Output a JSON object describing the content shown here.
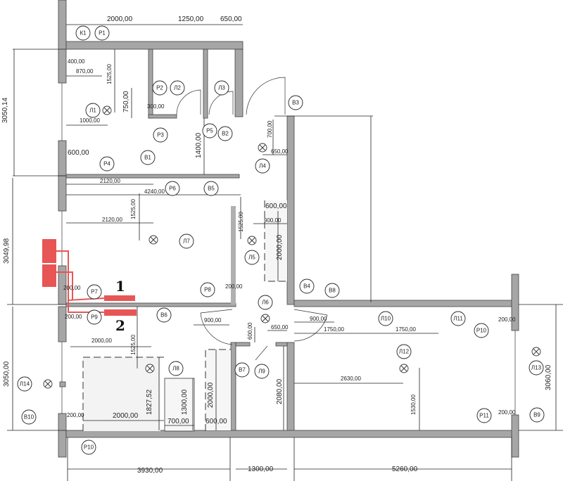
{
  "plan": {
    "markers": [
      "1",
      "2"
    ],
    "accent_color": "#e85555",
    "labels": [
      "К1",
      "Р1",
      "Р2",
      "Л2",
      "Л3",
      "В3",
      "Л1",
      "Р3",
      "Р5",
      "В2",
      "Л4",
      "Р4",
      "В1",
      "Р6",
      "В5",
      "Л7",
      "Л5",
      "Р7",
      "Р8",
      "В4",
      "В8",
      "Л6",
      "Р9",
      "В6",
      "Л10",
      "Л11",
      "Р10",
      "Л8",
      "В7",
      "Л9",
      "Л12",
      "Л13",
      "Л14",
      "В10",
      "Р10",
      "Р11",
      "В9"
    ],
    "dimensions": [
      "2000,00",
      "1250,00",
      "650,00",
      "400,00",
      "870,00",
      "1525,00",
      "750,00",
      "300,00",
      "1000,00",
      "1400,00",
      "700,00",
      "650,00",
      "600,00",
      "3050,14",
      "2120,00",
      "4240,00",
      "1525,00",
      "2120,00",
      "1525,00",
      "600,00",
      "900,00",
      "2000,00",
      "3049,98",
      "200,00",
      "200,00",
      "200,00",
      "900,00",
      "600,00",
      "650,00",
      "900,00",
      "1750,00",
      "1750,00",
      "200,00",
      "2000,00",
      "1525,00",
      "3050,00",
      "1827,52",
      "1300,00",
      "2000,00",
      "2080,00",
      "2000,00",
      "700,00",
      "600,00",
      "200,00",
      "2630,00",
      "1530,00",
      "3060,00",
      "200,00",
      "3930,00",
      "1300,00",
      "5260,00"
    ]
  }
}
